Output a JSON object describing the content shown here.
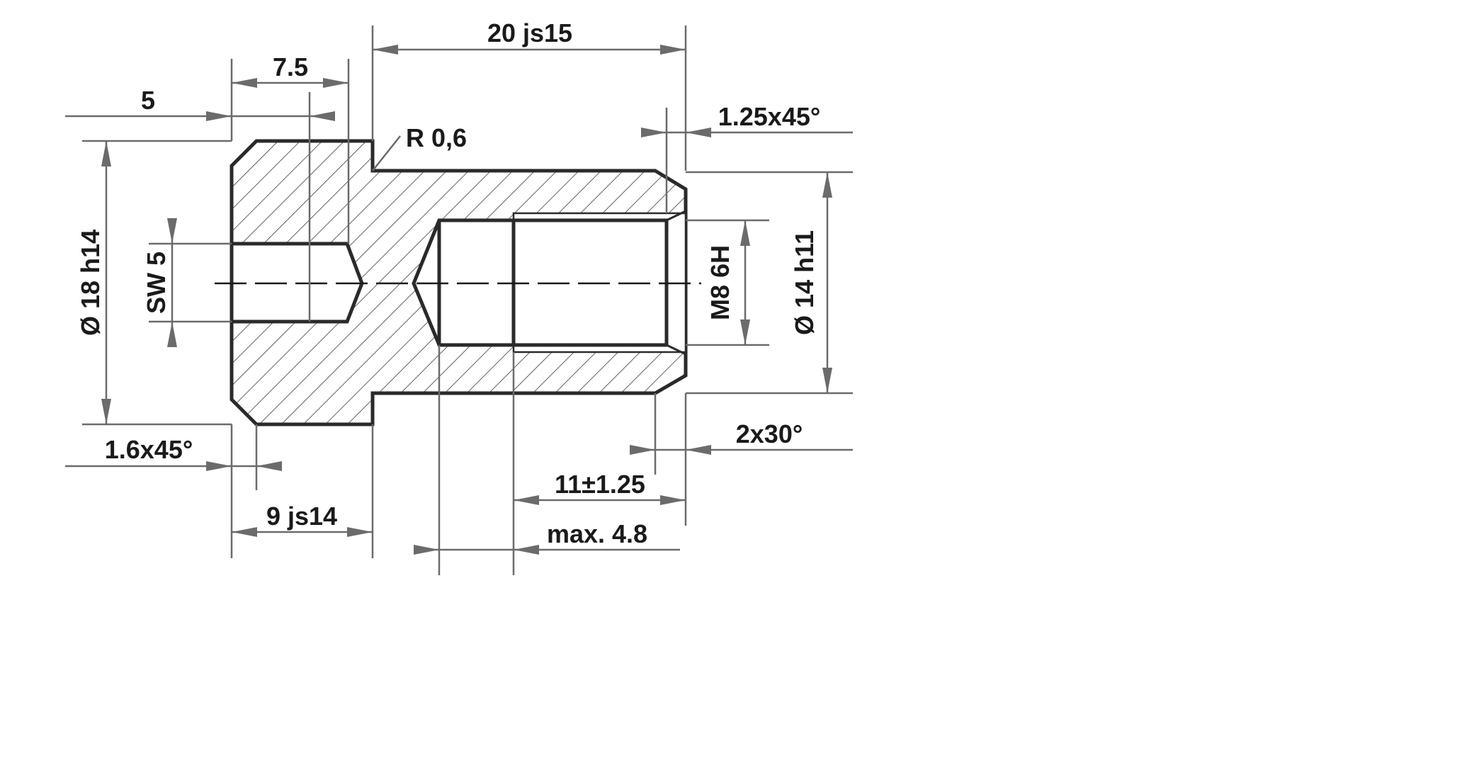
{
  "drawing": {
    "line_color": "#2a2a2a",
    "dimension_color": "#6b6b6b",
    "hatch_color": "#3a3a3a",
    "background": "#ffffff",
    "dimensions": {
      "total_length": "20 js15",
      "hex_socket_depth": "7.5",
      "left_offset": "5",
      "chamfer_right_top": "1.25x45°",
      "radius": "R 0,6",
      "outer_diameter": "Ø 18 h14",
      "hex_socket_size": "SW 5",
      "thread": "M8 6H",
      "shaft_diameter": "Ø 14 h11",
      "chamfer_left_bottom": "1.6x45°",
      "chamfer_right_bottom": "2x30°",
      "thread_depth": "11±1.25",
      "head_length": "9 js14",
      "thread_runout": "max. 4.8"
    }
  }
}
